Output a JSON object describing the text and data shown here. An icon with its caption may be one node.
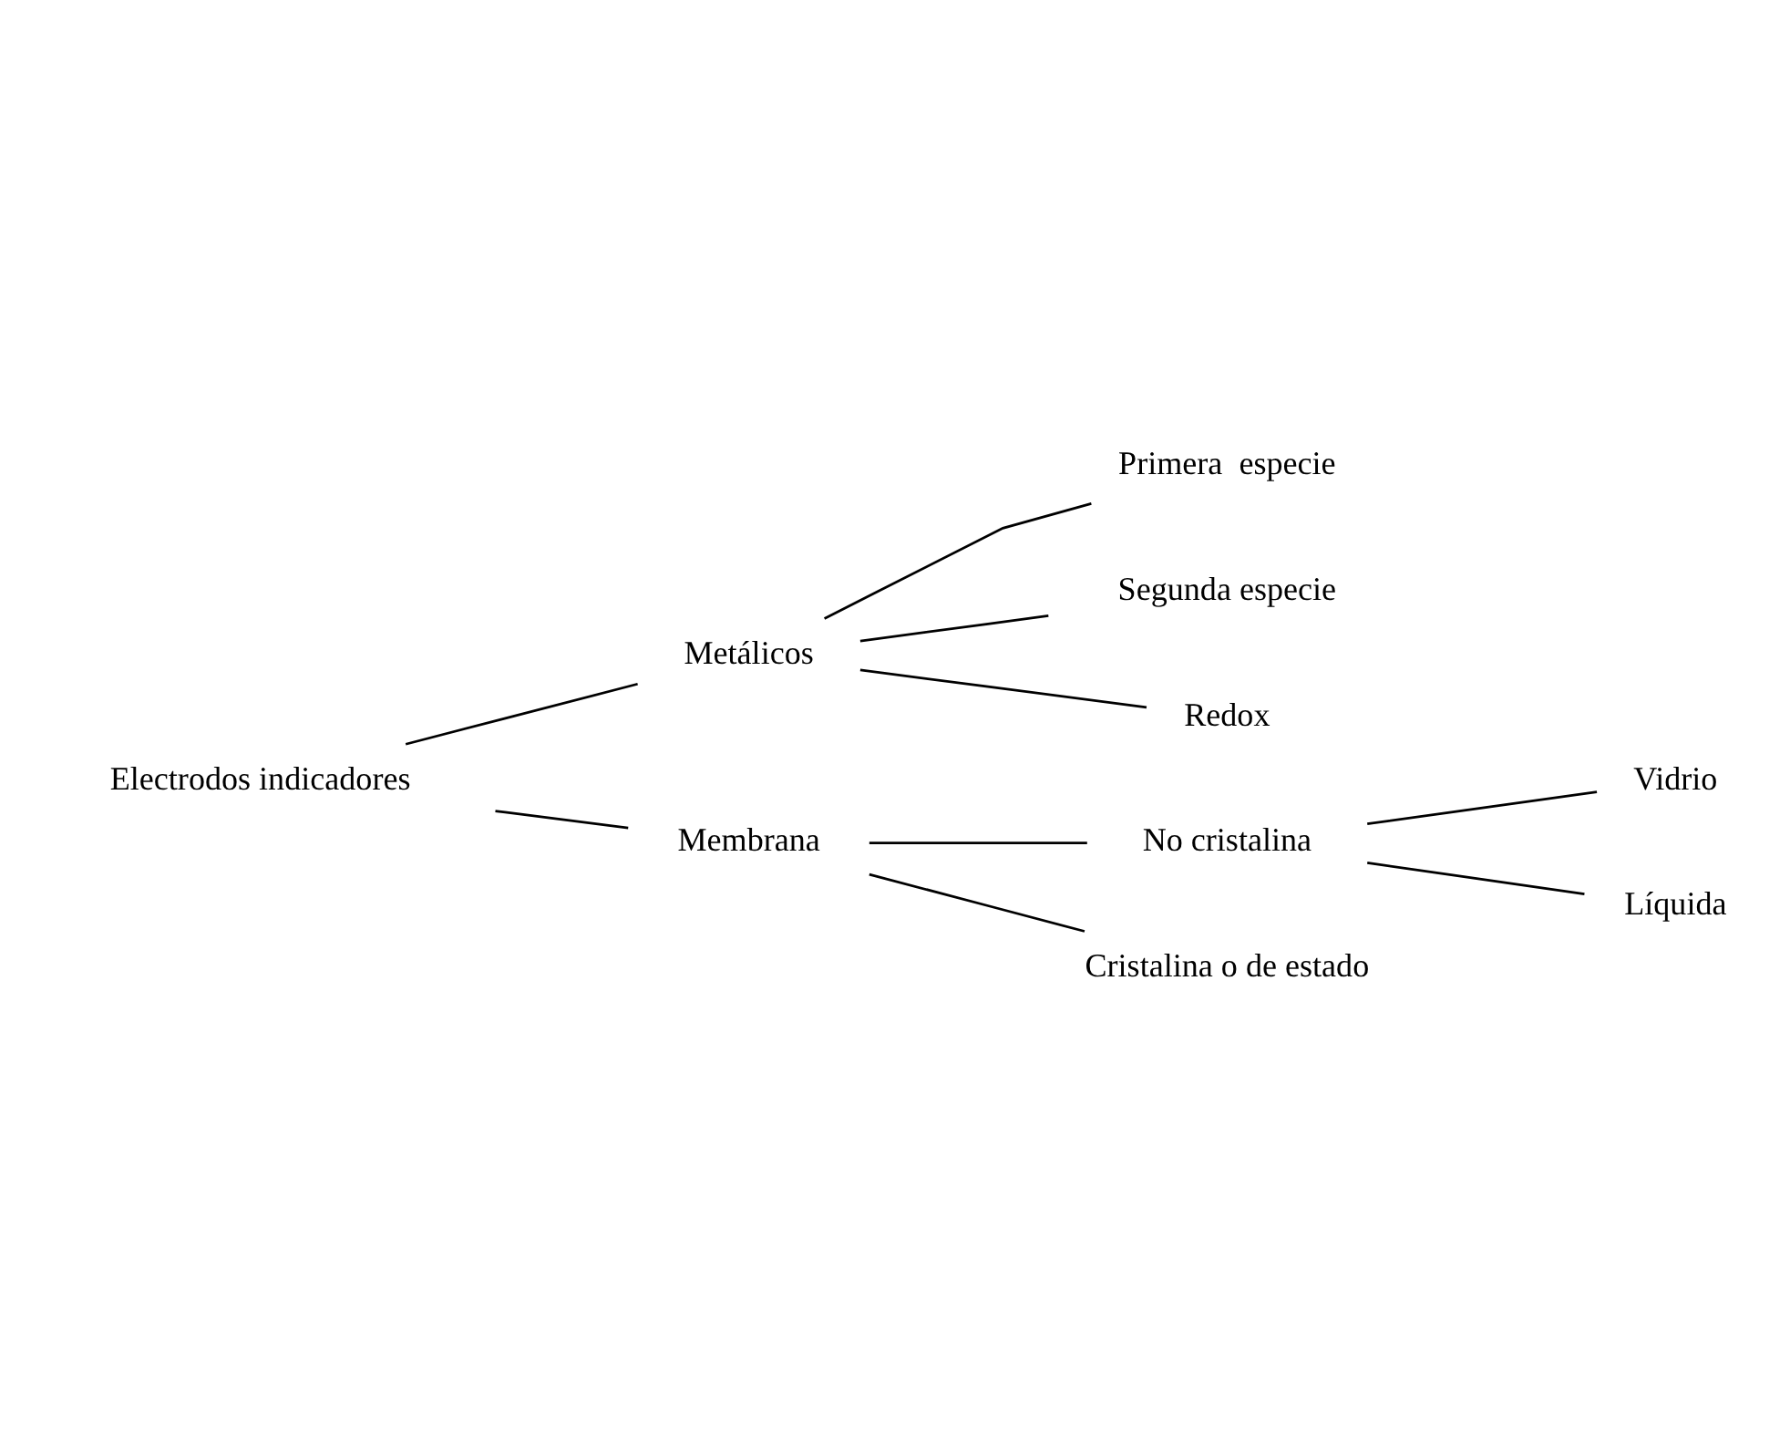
{
  "diagram": {
    "nodes": [
      {
        "text": [
          "Electrodos indicadores"
        ]
      },
      {
        "text": [
          "Metálicos"
        ]
      },
      {
        "text": [
          "Membrana"
        ]
      },
      {
        "text": [
          "Primera  especie"
        ]
      },
      {
        "text": [
          "Segunda especie"
        ]
      },
      {
        "text": [
          "Redox"
        ]
      },
      {
        "text": [
          "No cristalina"
        ]
      },
      {
        "text": [
          "Cristalina o de estado"
        ]
      },
      {
        "text": [
          "Vidrio"
        ]
      },
      {
        "text": [
          "Líquida"
        ]
      }
    ],
    "edges": [
      {
        "from": 0,
        "to": 1,
        "arrow": "none"
      },
      {
        "from": 0,
        "to": 2,
        "arrow": "none"
      },
      {
        "from": 1,
        "to": 3,
        "arrow": "none"
      },
      {
        "from": 1,
        "to": 4,
        "arrow": "none"
      },
      {
        "from": 1,
        "to": 5,
        "arrow": "none"
      },
      {
        "from": 2,
        "to": 6,
        "arrow": "none"
      },
      {
        "from": 2,
        "to": 7,
        "arrow": "none"
      },
      {
        "from": 6,
        "to": 8,
        "arrow": "none"
      },
      {
        "from": 6,
        "to": 9,
        "arrow": "none"
      }
    ]
  }
}
